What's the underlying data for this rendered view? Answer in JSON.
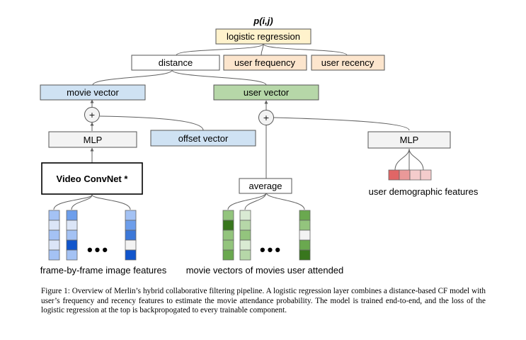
{
  "diagram": {
    "output_label": "p(i,j)",
    "logistic_regression": "logistic regression",
    "distance": "distance",
    "user_frequency": "user frequency",
    "user_recency": "user recency",
    "movie_vector": "movie vector",
    "user_vector": "user vector",
    "plus_symbol": "+",
    "mlp_left": "MLP",
    "offset_vector": "offset vector",
    "mlp_right": "MLP",
    "video_convnet": "Video ConvNet *",
    "average": "average",
    "user_demographic_features": "user demographic features",
    "frame_features_label": "frame-by-frame image features",
    "movie_vectors_label": "movie vectors of movies user attended",
    "ellipsis": "•••",
    "colors": {
      "logistic_fill": "#fff2cc",
      "feature_fill": "#fce5cd",
      "movie_vector_fill": "#cfe2f3",
      "user_vector_fill": "#b6d7a8",
      "mlp_fill": "#f3f3f3",
      "blues": [
        "#dbe5f7",
        "#a4c2f4",
        "#6d9eeb",
        "#3c78d8",
        "#1155cc"
      ],
      "greens": [
        "#d9ead3",
        "#b6d7a8",
        "#93c47d",
        "#6aa84f",
        "#38761d"
      ],
      "reds": [
        "#e06666",
        "#ea9999",
        "#f4cccc",
        "#f4cccc"
      ]
    }
  },
  "caption": {
    "text": "Figure 1: Overview of Merlin’s hybrid collaborative filtering pipeline. A logistic regression layer combines a distance-based CF model with user’s frequency and recency features to estimate the movie attendance probability. The model is trained end-to-end, and the loss of the logistic regression at the top is backpropogated to every trainable component."
  }
}
